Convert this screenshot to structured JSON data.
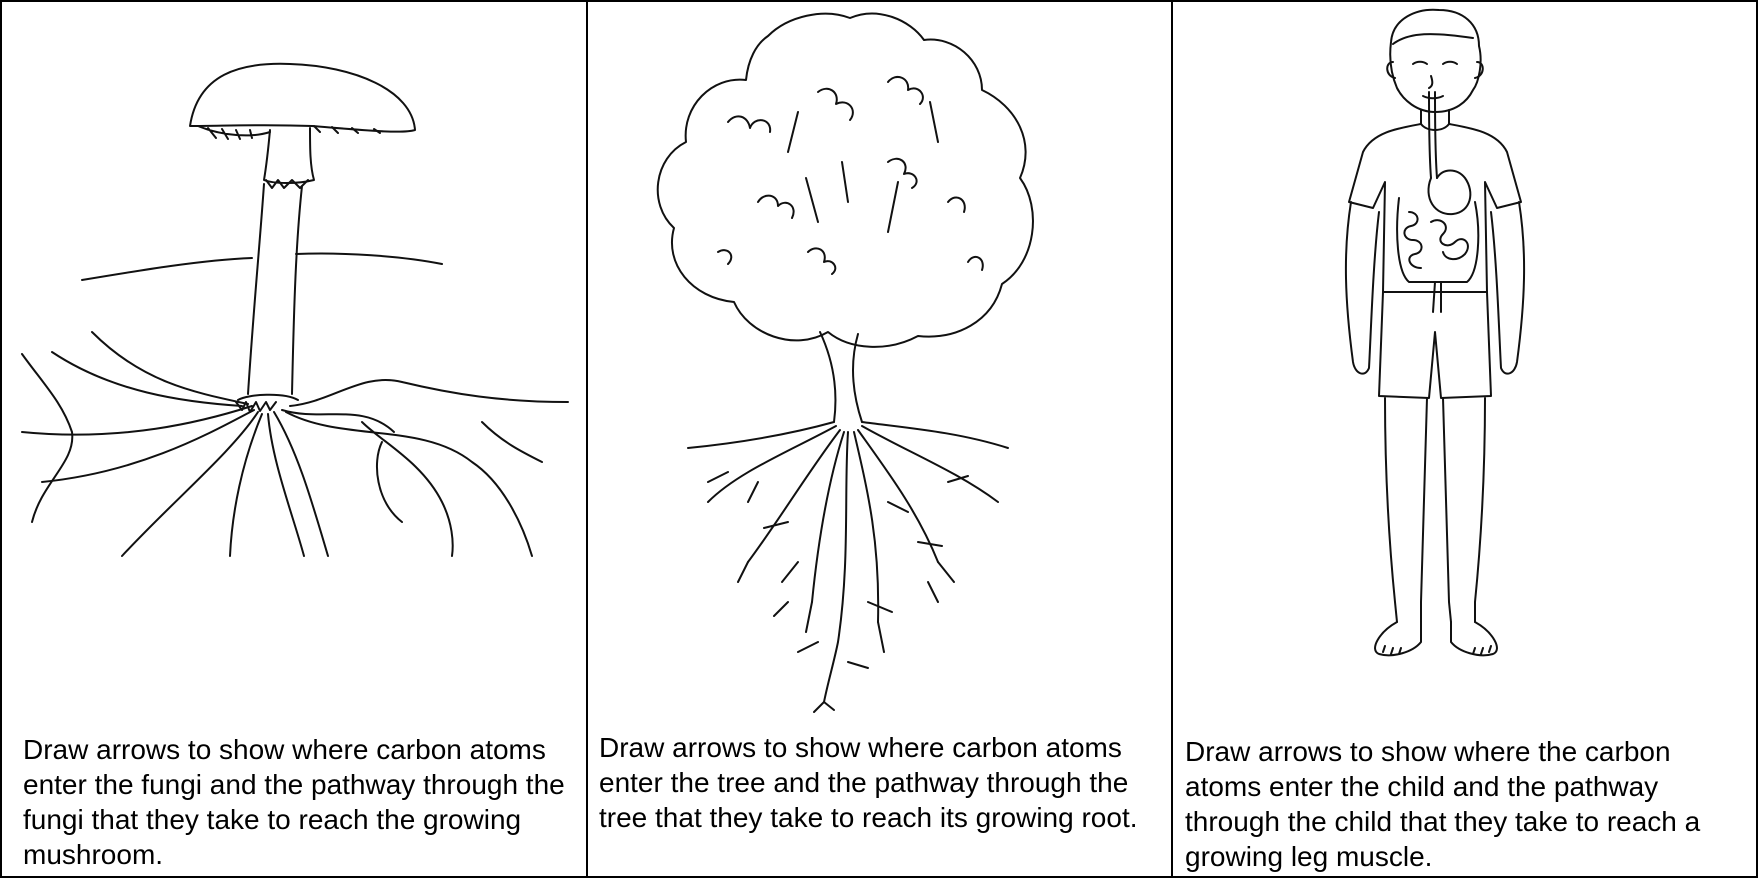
{
  "panels": [
    {
      "subject": "mushroom",
      "caption": "Draw arrows to show where carbon atoms enter the fungi and the pathway through the fungi that they take to reach the growing mushroom."
    },
    {
      "subject": "tree",
      "caption": "Draw arrows to show where carbon atoms enter the tree and the pathway through the tree that they take to reach its growing root."
    },
    {
      "subject": "child",
      "caption": "Draw arrows to show where the carbon atoms enter the child and the pathway through the child that they take to reach a growing leg muscle."
    }
  ]
}
